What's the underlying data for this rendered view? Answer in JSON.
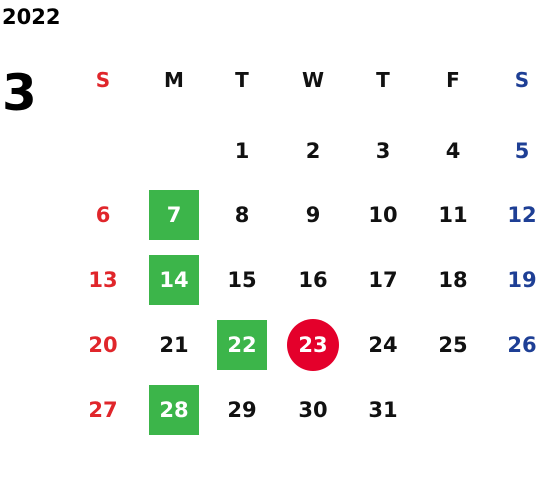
{
  "calendar": {
    "year": "2022",
    "month": "3",
    "weekdays": [
      "S",
      "M",
      "T",
      "W",
      "T",
      "F",
      "S"
    ],
    "weeks": [
      [
        "",
        "",
        "1",
        "2",
        "3",
        "4",
        "5"
      ],
      [
        "6",
        "7",
        "8",
        "9",
        "10",
        "11",
        "12"
      ],
      [
        "13",
        "14",
        "15",
        "16",
        "17",
        "18",
        "19"
      ],
      [
        "20",
        "21",
        "22",
        "23",
        "24",
        "25",
        "26"
      ],
      [
        "27",
        "28",
        "29",
        "30",
        "31",
        "",
        ""
      ]
    ],
    "highlights": {
      "green_days": [
        "7",
        "14",
        "22",
        "28"
      ],
      "today": "23"
    },
    "colors": {
      "sunday": "#e0262b",
      "saturday": "#1e3f95",
      "green_highlight": "#3cb54a",
      "today_circle": "#e4002b"
    }
  }
}
